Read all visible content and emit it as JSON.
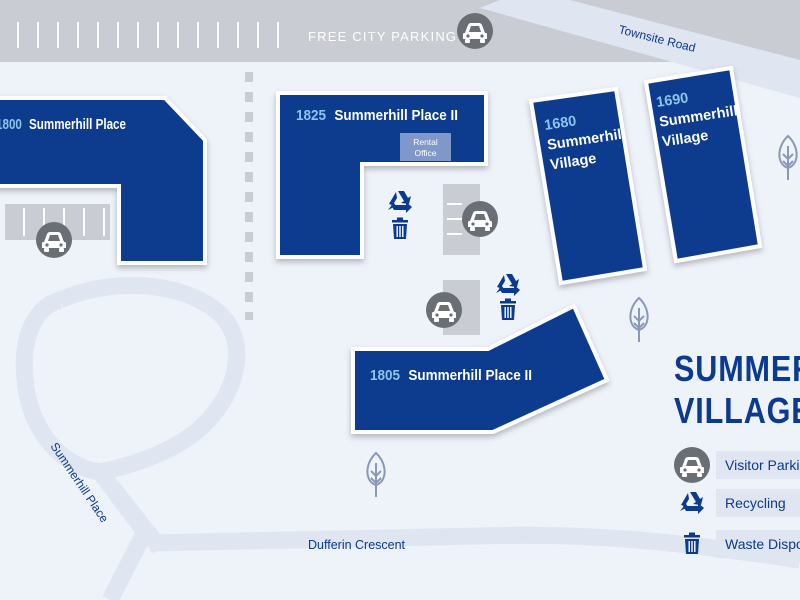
{
  "roads": {
    "free_city_parking": "FREE CITY PARKING",
    "townsite_road": "Townsite Road",
    "summerhill_place": "Summerhill Place",
    "dufferin_crescent": "Dufferin Crescent"
  },
  "buildings": [
    {
      "number": "1800",
      "name": "Summerhill Place"
    },
    {
      "number": "1825",
      "name": "Summerhill Place II",
      "note_line1": "Rental",
      "note_line2": "Office"
    },
    {
      "number": "1680",
      "name_line1": "Summerhill",
      "name_line2": "Village"
    },
    {
      "number": "1690",
      "name_line1": "Summerhill",
      "name_line2": "Village"
    },
    {
      "number": "1805",
      "name": "Summerhill Place II"
    }
  ],
  "title": {
    "line1": "SUMMERHILL",
    "line2": "VILLAGE"
  },
  "legend": [
    {
      "icon": "car-icon",
      "label": "Visitor Parking"
    },
    {
      "icon": "recycle-icon",
      "label": "Recycling"
    },
    {
      "icon": "trash-icon",
      "label": "Waste Disposal"
    }
  ],
  "colors": {
    "background": "#eef2f9",
    "road": "#dfe5f1",
    "building": "#0b3a8e",
    "building_number": "#8fc3ee",
    "parking_lot": "#c9ccd2",
    "icon_gray": "#6a6e75",
    "tree": "#8a98b8"
  }
}
